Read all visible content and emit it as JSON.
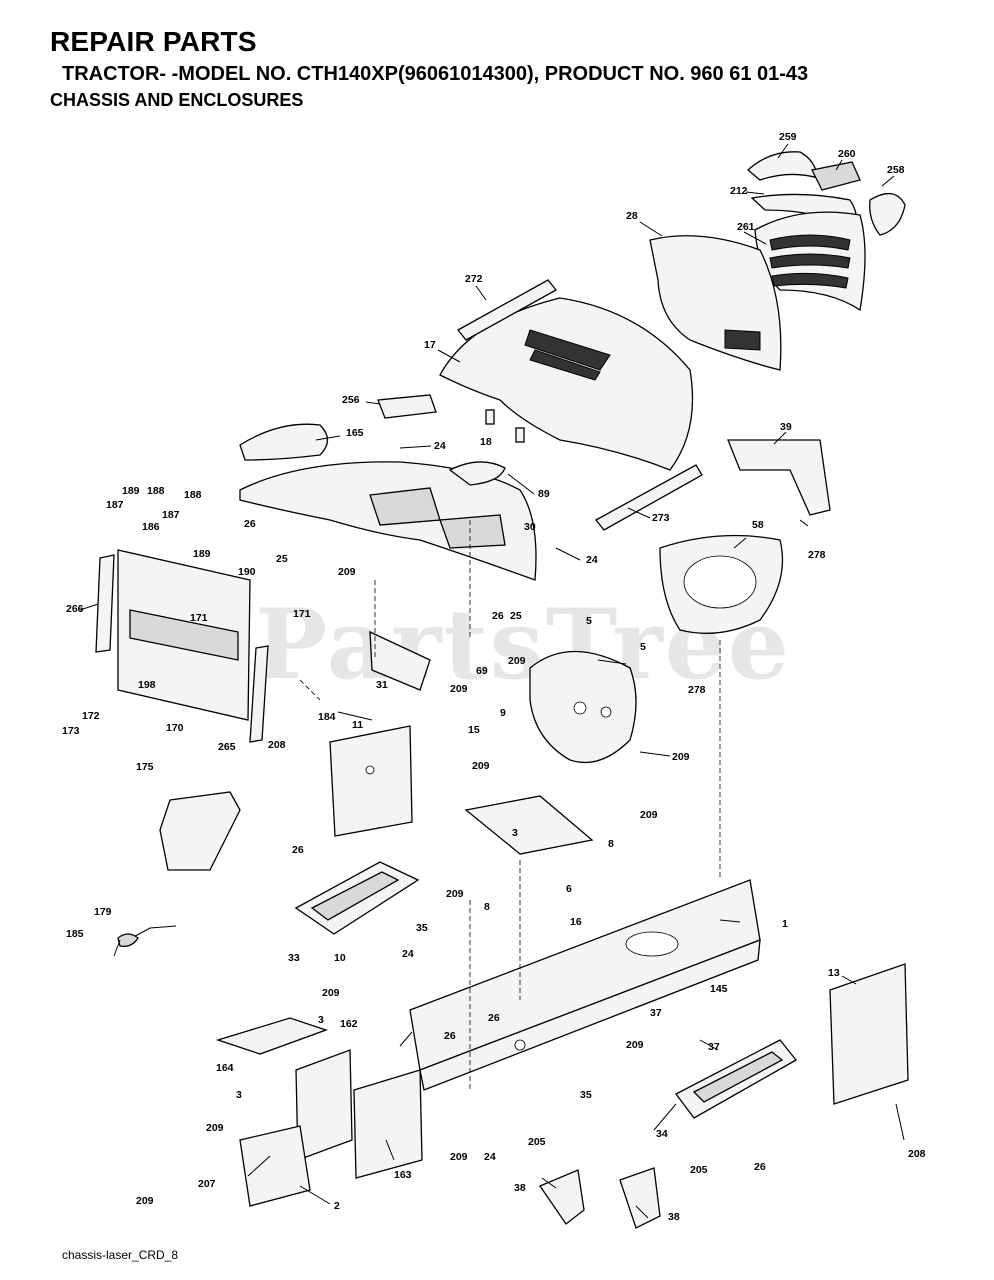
{
  "header": {
    "title": "REPAIR PARTS",
    "subtitle": "TRACTOR- -MODEL NO. CTH140XP(96061014300), PRODUCT NO. 960 61 01-43",
    "section": "CHASSIS AND ENCLOSURES"
  },
  "footer": {
    "code": "chassis-laser_CRD_8"
  },
  "watermark": {
    "text": "PartsTree"
  },
  "callouts": [
    {
      "id": "c259",
      "label": "259"
    },
    {
      "id": "c260",
      "label": "260"
    },
    {
      "id": "c258",
      "label": "258"
    },
    {
      "id": "c212",
      "label": "212"
    },
    {
      "id": "c28",
      "label": "28"
    },
    {
      "id": "c261",
      "label": "261"
    },
    {
      "id": "c272",
      "label": "272"
    },
    {
      "id": "c17",
      "label": "17"
    },
    {
      "id": "c256",
      "label": "256"
    },
    {
      "id": "c18",
      "label": "18"
    },
    {
      "id": "c165",
      "label": "165"
    },
    {
      "id": "c24a",
      "label": "24"
    },
    {
      "id": "c89",
      "label": "89"
    },
    {
      "id": "c39",
      "label": "39"
    },
    {
      "id": "c189a",
      "label": "189"
    },
    {
      "id": "c188a",
      "label": "188"
    },
    {
      "id": "c187a",
      "label": "187"
    },
    {
      "id": "c188b",
      "label": "188"
    },
    {
      "id": "c186",
      "label": "186"
    },
    {
      "id": "c187b",
      "label": "187"
    },
    {
      "id": "c189b",
      "label": "189"
    },
    {
      "id": "c26a",
      "label": "26"
    },
    {
      "id": "c25a",
      "label": "25"
    },
    {
      "id": "c30",
      "label": "30"
    },
    {
      "id": "c24b",
      "label": "24"
    },
    {
      "id": "c273",
      "label": "273"
    },
    {
      "id": "c278a",
      "label": "278"
    },
    {
      "id": "c58",
      "label": "58"
    },
    {
      "id": "c190",
      "label": "190"
    },
    {
      "id": "c266",
      "label": "266"
    },
    {
      "id": "c209a",
      "label": "209"
    },
    {
      "id": "c26b",
      "label": "26"
    },
    {
      "id": "c25b",
      "label": "25"
    },
    {
      "id": "c171a",
      "label": "171"
    },
    {
      "id": "c171b",
      "label": "171"
    },
    {
      "id": "c5a",
      "label": "5"
    },
    {
      "id": "c5b",
      "label": "5"
    },
    {
      "id": "c69",
      "label": "69"
    },
    {
      "id": "c209b",
      "label": "209"
    },
    {
      "id": "c31",
      "label": "31"
    },
    {
      "id": "c209c",
      "label": "209"
    },
    {
      "id": "c278b",
      "label": "278"
    },
    {
      "id": "c198",
      "label": "198"
    },
    {
      "id": "c172",
      "label": "172"
    },
    {
      "id": "c173",
      "label": "173"
    },
    {
      "id": "c170",
      "label": "170"
    },
    {
      "id": "c184",
      "label": "184"
    },
    {
      "id": "c265",
      "label": "265"
    },
    {
      "id": "c11",
      "label": "11"
    },
    {
      "id": "c9",
      "label": "9"
    },
    {
      "id": "c15",
      "label": "15"
    },
    {
      "id": "c209d",
      "label": "209"
    },
    {
      "id": "c208a",
      "label": "208"
    },
    {
      "id": "c175",
      "label": "175"
    },
    {
      "id": "c209e",
      "label": "209"
    },
    {
      "id": "c209f",
      "label": "209"
    },
    {
      "id": "c3a",
      "label": "3"
    },
    {
      "id": "c8a",
      "label": "8"
    },
    {
      "id": "c26c",
      "label": "26"
    },
    {
      "id": "c6",
      "label": "6"
    },
    {
      "id": "c209g",
      "label": "209"
    },
    {
      "id": "c8b",
      "label": "8"
    },
    {
      "id": "c16",
      "label": "16"
    },
    {
      "id": "c35a",
      "label": "35"
    },
    {
      "id": "c179",
      "label": "179"
    },
    {
      "id": "c185",
      "label": "185"
    },
    {
      "id": "c10",
      "label": "10"
    },
    {
      "id": "c33",
      "label": "33"
    },
    {
      "id": "c1",
      "label": "1"
    },
    {
      "id": "c24c",
      "label": "24"
    },
    {
      "id": "c13",
      "label": "13"
    },
    {
      "id": "c209h",
      "label": "209"
    },
    {
      "id": "c145",
      "label": "145"
    },
    {
      "id": "c3b",
      "label": "3"
    },
    {
      "id": "c162",
      "label": "162"
    },
    {
      "id": "c26d",
      "label": "26"
    },
    {
      "id": "c26e",
      "label": "26"
    },
    {
      "id": "c37a",
      "label": "37"
    },
    {
      "id": "c37b",
      "label": "37"
    },
    {
      "id": "c164",
      "label": "164"
    },
    {
      "id": "c3c",
      "label": "3"
    },
    {
      "id": "c209i",
      "label": "209"
    },
    {
      "id": "c35b",
      "label": "35"
    },
    {
      "id": "c34",
      "label": "34"
    },
    {
      "id": "c209j",
      "label": "209"
    },
    {
      "id": "c209k",
      "label": "209"
    },
    {
      "id": "c24d",
      "label": "24"
    },
    {
      "id": "c163",
      "label": "163"
    },
    {
      "id": "c26f",
      "label": "26"
    },
    {
      "id": "c208b",
      "label": "208"
    },
    {
      "id": "c205a",
      "label": "205"
    },
    {
      "id": "c205b",
      "label": "205"
    },
    {
      "id": "c207",
      "label": "207"
    },
    {
      "id": "c209l",
      "label": "209"
    },
    {
      "id": "c2",
      "label": "2"
    },
    {
      "id": "c38a",
      "label": "38"
    },
    {
      "id": "c38b",
      "label": "38"
    }
  ]
}
